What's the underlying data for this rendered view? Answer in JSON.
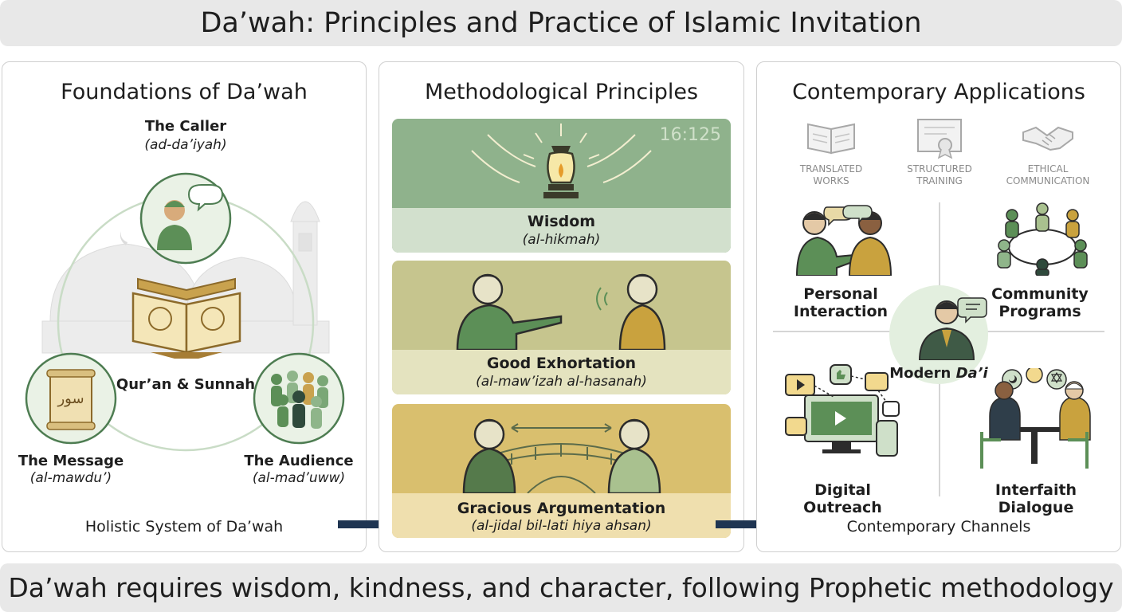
{
  "title": "Da’wah: Principles and Practice of Islamic Invitation",
  "bottom_banner": "Da’wah requires wisdom, kindness, and character, following Prophetic methodology",
  "foundations": {
    "title": "Foundations of Da’wah",
    "caller": {
      "label": "The Caller",
      "sub": "(ad-da’iyah)"
    },
    "center": {
      "label": "Qur’an & Sunnah",
      "scroll_text": "سور"
    },
    "message": {
      "label": "The Message",
      "sub": "(al-mawdu’)"
    },
    "audience": {
      "label": "The Audience",
      "sub": "(al-mad’uww)"
    },
    "footer": "Holistic System of Da’wah"
  },
  "methods": {
    "title": "Methodological Principles",
    "wisdom": {
      "label": "Wisdom",
      "sub": "(al-hikmah)",
      "verse_ref": "16:125"
    },
    "exhortation": {
      "label": "Good Exhortation",
      "sub": "(al-maw’izah al-hasanah)"
    },
    "argumentation": {
      "label": "Gracious Argumentation",
      "sub": "(al-jidal bil-lati hiya ahsan)"
    }
  },
  "applications": {
    "title": "Contemporary Applications",
    "top_icons": [
      {
        "label1": "TRANSLATED",
        "label2": "WORKS",
        "icon": "book-icon"
      },
      {
        "label1": "STRUCTURED",
        "label2": "TRAINING",
        "icon": "certificate-icon"
      },
      {
        "label1": "ETHICAL",
        "label2": "COMMUNICATION",
        "icon": "handshake-icon"
      }
    ],
    "personal": {
      "line1": "Personal",
      "line2": "Interaction"
    },
    "community": {
      "line1": "Community",
      "line2": "Programs"
    },
    "center": {
      "prefix": "Modern",
      "italic": "Da’i"
    },
    "digital": "Digital Outreach",
    "interfaith": "Interfaith Dialogue",
    "footer": "Contemporary Channels"
  },
  "colors": {
    "green": "#5b8a5e",
    "sage": "#9fbf9a",
    "olive": "#c9c88f",
    "gold": "#d9bf6e",
    "navy": "#1f3552"
  }
}
